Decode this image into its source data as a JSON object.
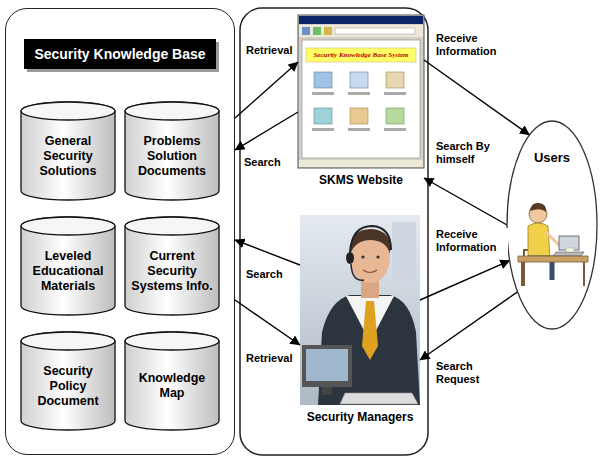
{
  "diagram": {
    "nodes": [
      {
        "text": [
          "Security Knowledge Base"
        ]
      },
      {
        "text": [
          "General Security Solutions"
        ],
        "in": 0
      },
      {
        "text": [
          "Problems Solution Documents"
        ],
        "in": 0
      },
      {
        "text": [
          "Leveled Educational Materials"
        ],
        "in": 0
      },
      {
        "text": [
          "Current Security Systems Info."
        ],
        "in": 0
      },
      {
        "text": [
          "Security Policy Document"
        ],
        "in": 0
      },
      {
        "text": [
          "Knowledge Map"
        ],
        "in": 0
      },
      {
        "text": [
          "SKMS Website"
        ]
      },
      {
        "text": [
          "Security Managers"
        ]
      },
      {
        "text": [
          "Users"
        ]
      }
    ],
    "edges": [
      {
        "from": 0,
        "to": 7,
        "arrow": "to",
        "label": "Retrieval"
      },
      {
        "from": 7,
        "to": 0,
        "arrow": "to",
        "label": "Search"
      },
      {
        "from": 8,
        "to": 0,
        "arrow": "to",
        "label": "Search"
      },
      {
        "from": 0,
        "to": 8,
        "arrow": "to",
        "label": "Retrieval"
      },
      {
        "from": 7,
        "to": 9,
        "arrow": "to",
        "label": "Receive Information"
      },
      {
        "from": 9,
        "to": 7,
        "arrow": "to",
        "label": "Search By himself"
      },
      {
        "from": 8,
        "to": 9,
        "arrow": "to",
        "label": "Receive Information"
      },
      {
        "from": 9,
        "to": 8,
        "arrow": "to",
        "label": "Search Request"
      }
    ],
    "labels": [
      "Security Knowledge Base System"
    ]
  }
}
